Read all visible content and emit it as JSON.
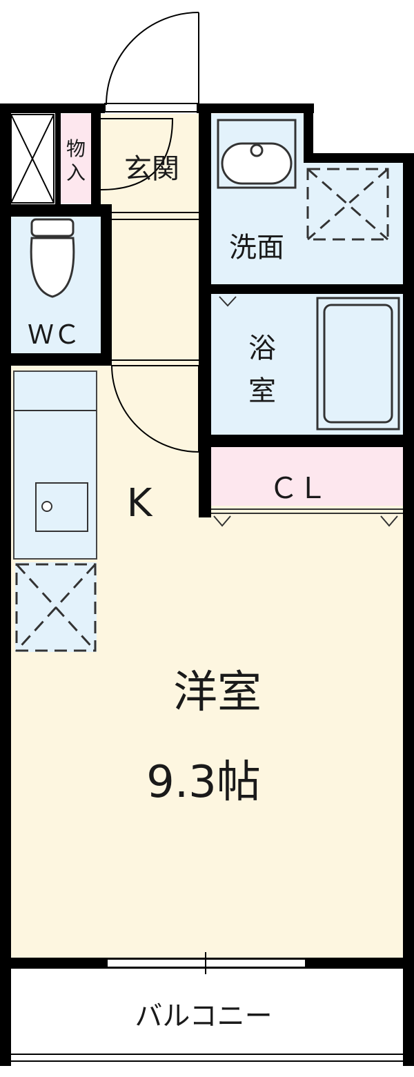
{
  "rooms": {
    "storage": "物\n入",
    "entrance": "玄関",
    "washroom": "洗面",
    "wc": "ＷＣ",
    "bath": "浴\n室",
    "closet": "ＣＬ",
    "kitchen": "K",
    "western_room": "洋室",
    "western_room_size": "9.3帖",
    "balcony": "バルコニー"
  },
  "colors": {
    "wall": "#000000",
    "western_floor": "#fdf6e0",
    "wet_area": "#e3f2fb",
    "closet_fill": "#fde7ee",
    "storage_fill": "#fde7ee",
    "balcony_fill": "#ffffff"
  }
}
